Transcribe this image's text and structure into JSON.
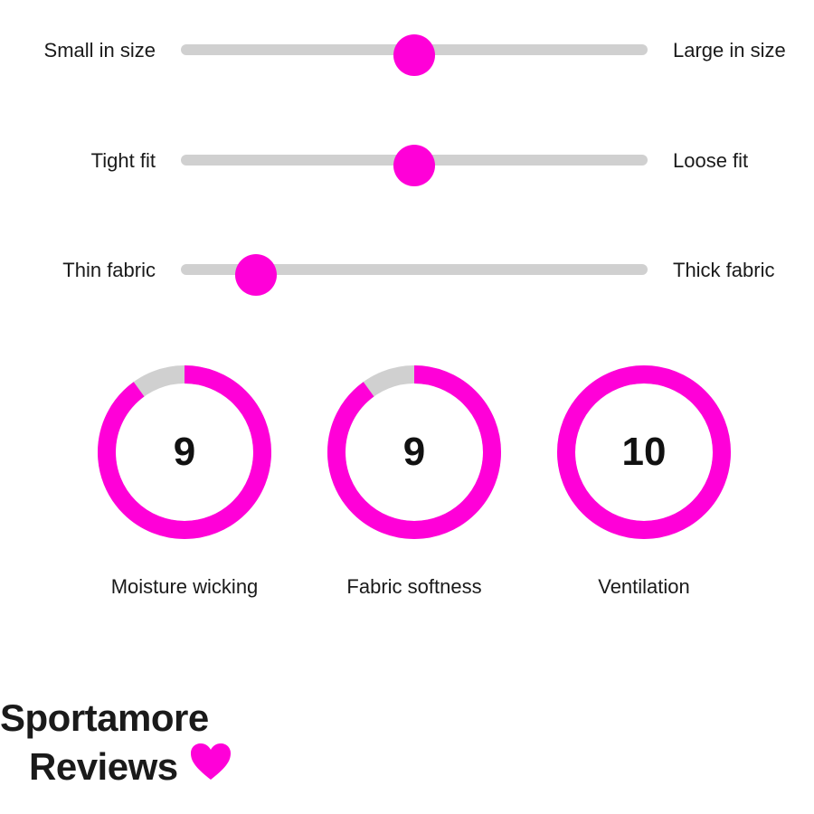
{
  "colors": {
    "accent": "#ff00d8",
    "track": "#d0d0d0",
    "text": "#1a1a1a"
  },
  "sliders": [
    {
      "left_label": "Small in size",
      "right_label": "Large in size",
      "value": 0.5
    },
    {
      "left_label": "Tight fit",
      "right_label": "Loose fit",
      "value": 0.5
    },
    {
      "left_label": "Thin fabric",
      "right_label": "Thick fabric",
      "value": 0.16
    }
  ],
  "ratings": [
    {
      "label": "Moisture wicking",
      "value": "9",
      "score": 9,
      "max": 10
    },
    {
      "label": "Fabric softness",
      "value": "9",
      "score": 9,
      "max": 10
    },
    {
      "label": "Ventilation",
      "value": "10",
      "score": 10,
      "max": 10
    }
  ],
  "brand": {
    "line1": "Sportamore",
    "line2": "Reviews",
    "icon": "heart-icon"
  }
}
